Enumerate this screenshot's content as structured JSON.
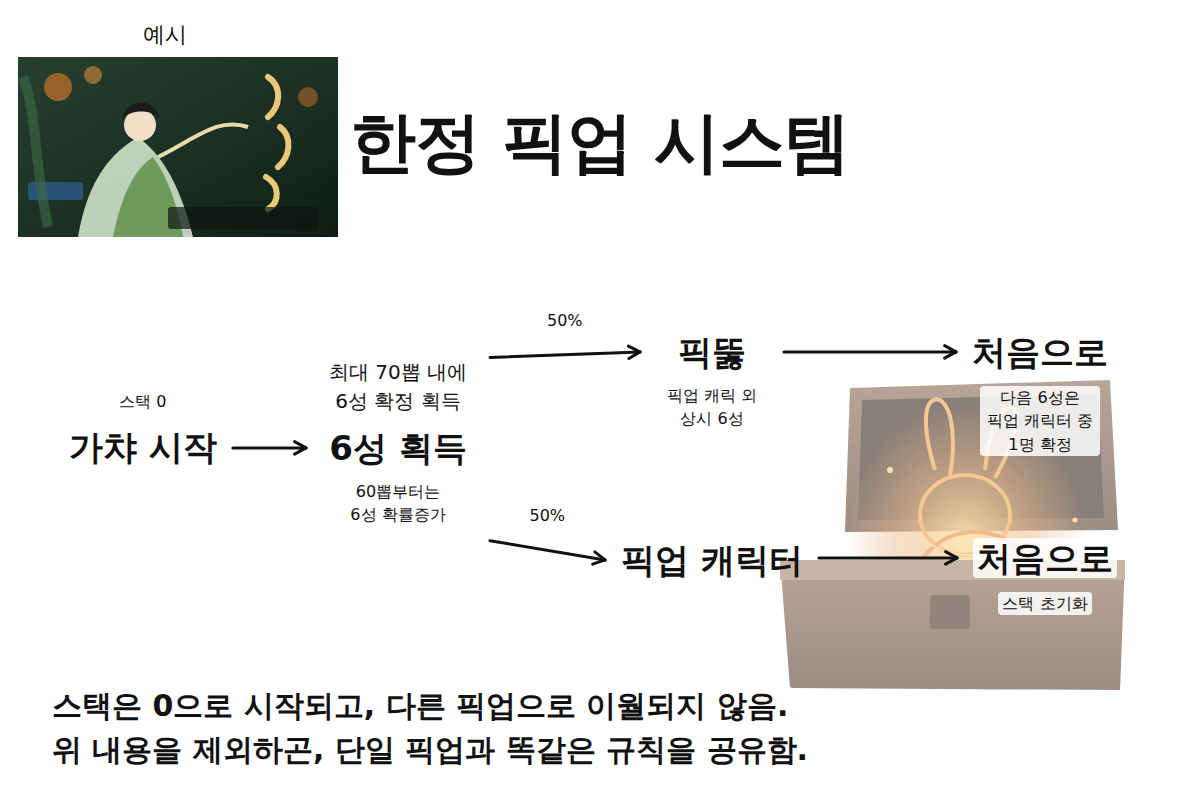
{
  "diagram": {
    "title": "한정 픽업 시스템",
    "nodes": [
      {
        "text": [
          "스택 0",
          "가챠 시작"
        ]
      },
      {
        "text": [
          "최대 70뽑 내에 6성 확정 획득",
          "6성 획득",
          "60뽑부터는 6성 확률증가"
        ]
      },
      {
        "text": [
          "픽뚫",
          "픽업 캐릭 외 상시 6성"
        ]
      },
      {
        "text": [
          "처음으로",
          "다음 6성은 픽업 캐릭터 중 1명 확정"
        ]
      },
      {
        "text": [
          "픽업 캐릭터"
        ]
      },
      {
        "text": [
          "처음으로",
          "스택 초기화"
        ]
      }
    ],
    "edges": [
      {
        "from": 0,
        "to": 1,
        "arrow": "to"
      },
      {
        "from": 1,
        "to": 2,
        "label": "50%",
        "arrow": "to"
      },
      {
        "from": 2,
        "to": 3,
        "arrow": "to"
      },
      {
        "from": 1,
        "to": 4,
        "label": "50%",
        "arrow": "to"
      },
      {
        "from": 4,
        "to": 5,
        "arrow": "to"
      }
    ],
    "labels": [
      "예시",
      "스택은 0으로 시작되고, 다른 픽업으로 이월되지 않음.",
      "위 내용을 제외하곤, 단일 픽업과 똑같은 규칙을 공유함."
    ]
  }
}
